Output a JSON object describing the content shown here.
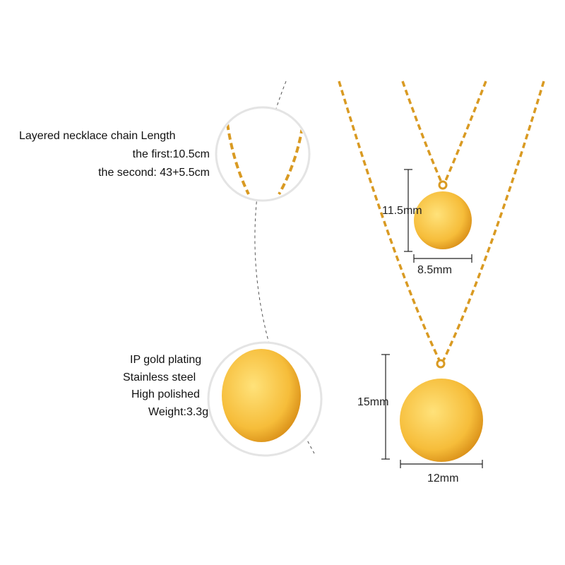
{
  "chain_info": {
    "title": "Layered necklace chain Length",
    "first": "the first:10.5cm",
    "second": "the second: 43+5.5cm"
  },
  "material_info": {
    "plating": "IP gold plating",
    "material": "Stainless steel",
    "finish": "High polished",
    "weight": "Weight:3.3g"
  },
  "dimensions": {
    "small_height": "11.5mm",
    "small_width": "8.5mm",
    "large_height": "15mm",
    "large_width": "12mm"
  },
  "colors": {
    "gold": "#f2b632",
    "gold_light": "#ffd86a",
    "chain": "#d99a22"
  }
}
